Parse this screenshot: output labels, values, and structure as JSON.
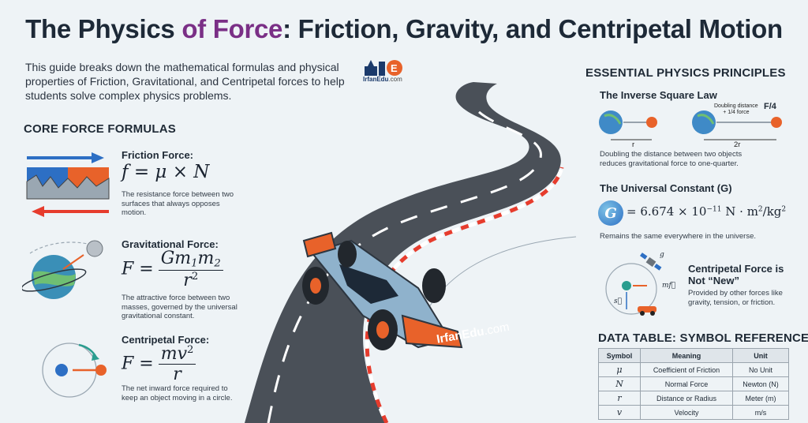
{
  "title": {
    "part1": "The Physics ",
    "accent": "of Force",
    "part2": ": Friction, Gravity, and Centripetal Motion"
  },
  "intro": "This guide breaks down the mathematical formulas and physical properties of Friction, Gravitational, and Centripetal forces to help students solve complex physics problems.",
  "logo": {
    "name": "IrfanEdu",
    "suffix": ".com"
  },
  "road_brand": {
    "name": "IrfanEdu",
    "suffix": ".com"
  },
  "colors": {
    "accent": "#7a2f86",
    "blue": "#2d6fc4",
    "orange": "#e8622a",
    "road": "#4a5058"
  },
  "core": {
    "heading": "CORE FORCE FORMULAS",
    "friction": {
      "name": "Friction Force:",
      "lhs": "f",
      "mu": "μ",
      "times": "×",
      "n": "N",
      "desc": "The resistance force between two surfaces that always opposes motion."
    },
    "gravity": {
      "name": "Gravitational Force:",
      "lhs": "F",
      "num_g": "Gm",
      "sub1": "1",
      "m2": "m",
      "sub2": "2",
      "den": "r",
      "den_exp": "2",
      "desc": "The attractive force between two masses, governed by the universal gravitational constant."
    },
    "centripetal": {
      "name": "Centripetal Force:",
      "lhs": "F",
      "num": "mv",
      "num_exp": "2",
      "den": "r",
      "desc": "The net inward force required to keep an object moving in a circle."
    }
  },
  "principles": {
    "heading": "ESSENTIAL PHYSICS PRINCIPLES",
    "inverse": {
      "name": "The Inverse Square Law",
      "r_label": "r",
      "two_r_label": "2r",
      "callout1": "Doubling distance",
      "callout2": "+ 1/4 force",
      "force_label": "F/4",
      "desc": "Doubling the distance between two objects reduces gravitational force to one-quarter."
    },
    "constant": {
      "name": "The Universal Constant (G)",
      "symbol": "G",
      "value": "6.674 × 10",
      "exp": "−11",
      "unit": "N · m",
      "unit_exp": "2",
      "unit_tail": "/kg",
      "unit_tail_exp": "2",
      "desc": "Remains the same everywhere in the universe."
    },
    "centripetal_note": {
      "name_line1": "Centripetal Force is",
      "name_line2": "Not “New”",
      "desc": "Provided by other forces like gravity, tension, or friction.",
      "g_label": "g",
      "mf_label": "mf⃗",
      "s_label": "s⃗"
    }
  },
  "table": {
    "heading": "DATA TABLE: SYMBOL REFERENCE",
    "headers": [
      "Symbol",
      "Meaning",
      "Unit"
    ],
    "rows": [
      [
        "μ",
        "Coefficient of Friction",
        "No Unit"
      ],
      [
        "N",
        "Normal Force",
        "Newton (N)"
      ],
      [
        "r",
        "Distance or Radius",
        "Meter (m)"
      ],
      [
        "v",
        "Velocity",
        "m/s"
      ]
    ]
  }
}
